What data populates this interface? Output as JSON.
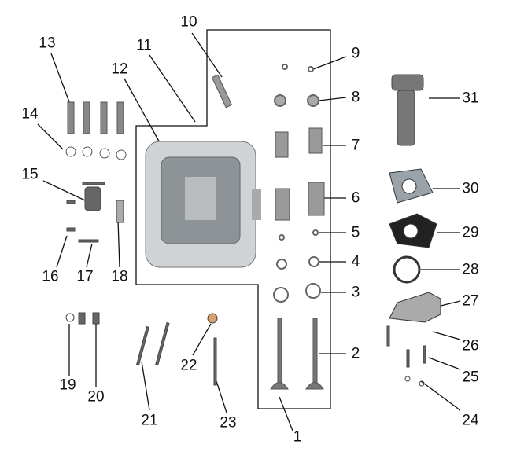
{
  "diagram": {
    "type": "exploded parts diagram - cylinder head assembly",
    "callouts": [
      "1",
      "2",
      "3",
      "4",
      "5",
      "6",
      "7",
      "8",
      "9",
      "10",
      "11",
      "12",
      "13",
      "14",
      "15",
      "16",
      "17",
      "18",
      "19",
      "20",
      "21",
      "22",
      "23",
      "24",
      "25",
      "26",
      "27",
      "28",
      "29",
      "30",
      "31"
    ]
  }
}
